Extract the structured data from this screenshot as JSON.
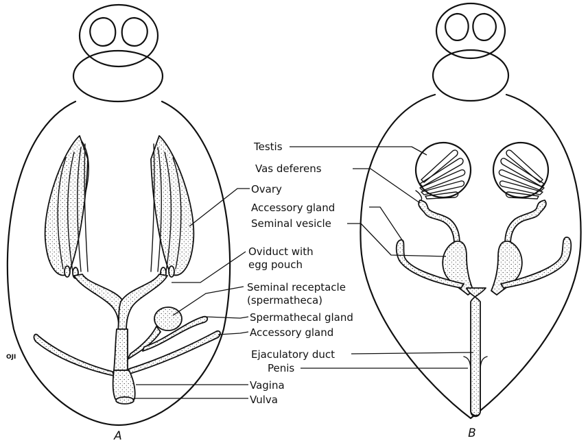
{
  "figure": {
    "panels": [
      {
        "id": "A",
        "letter": "A",
        "labels": [
          "Ovary",
          "Oviduct with",
          "egg pouch",
          "Seminal receptacle",
          "(spermatheca)",
          "Spermathecal gland",
          "Accessory gland",
          "Vagina",
          "Vulva"
        ]
      },
      {
        "id": "B",
        "letter": "B",
        "labels": [
          "Testis",
          "Vas deferens",
          "Accessory gland",
          "Seminal vesicle",
          "Ejaculatory duct",
          "Penis"
        ]
      }
    ],
    "artist_initials": "OJI"
  }
}
